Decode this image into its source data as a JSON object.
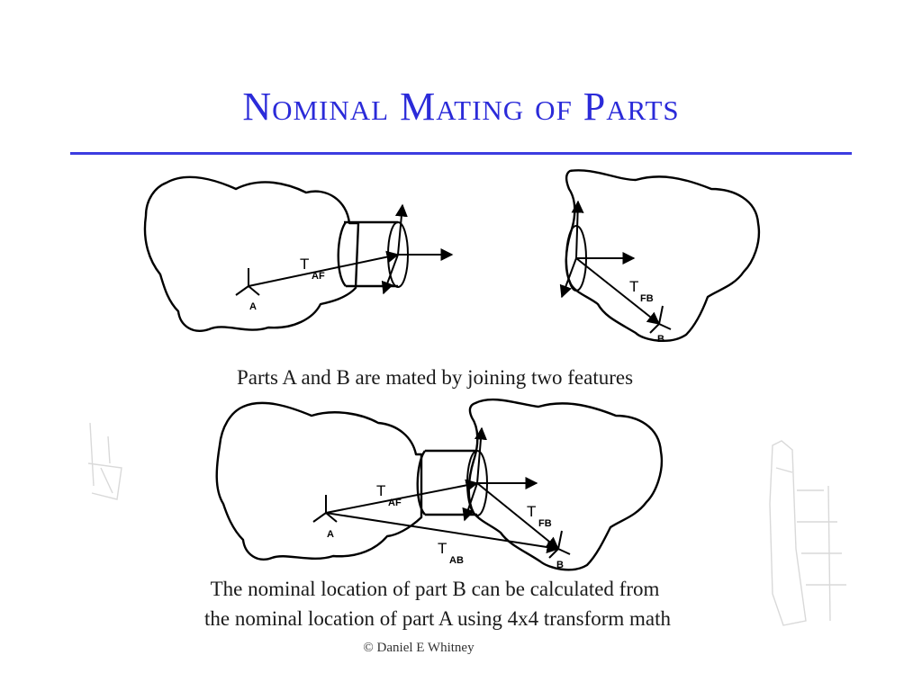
{
  "slide": {
    "title": "Nominal Mating of Parts",
    "caption_top": "Parts A and B are mated by joining two features",
    "caption_bottom_line1": "The nominal location of part B can be calculated from",
    "caption_bottom_line2": "the nominal location of part A using 4x4 transform math",
    "copyright": "© Daniel E Whitney"
  },
  "colors": {
    "title": "#2b2bd9",
    "rule": "#3c3ce0",
    "text": "#1a1a1a"
  },
  "diagram_top_left": {
    "transform_symbol": "T",
    "transform_subscript": "AF",
    "frame_label": "A"
  },
  "diagram_top_right": {
    "transform_symbol": "T",
    "transform_subscript": "FB",
    "frame_label": "B"
  },
  "diagram_bottom": {
    "t1_symbol": "T",
    "t1_subscript": "AF",
    "t2_symbol": "T",
    "t2_subscript": "FB",
    "t3_symbol": "T",
    "t3_subscript": "AB",
    "frame_a_label": "A",
    "frame_b_label": "B"
  }
}
